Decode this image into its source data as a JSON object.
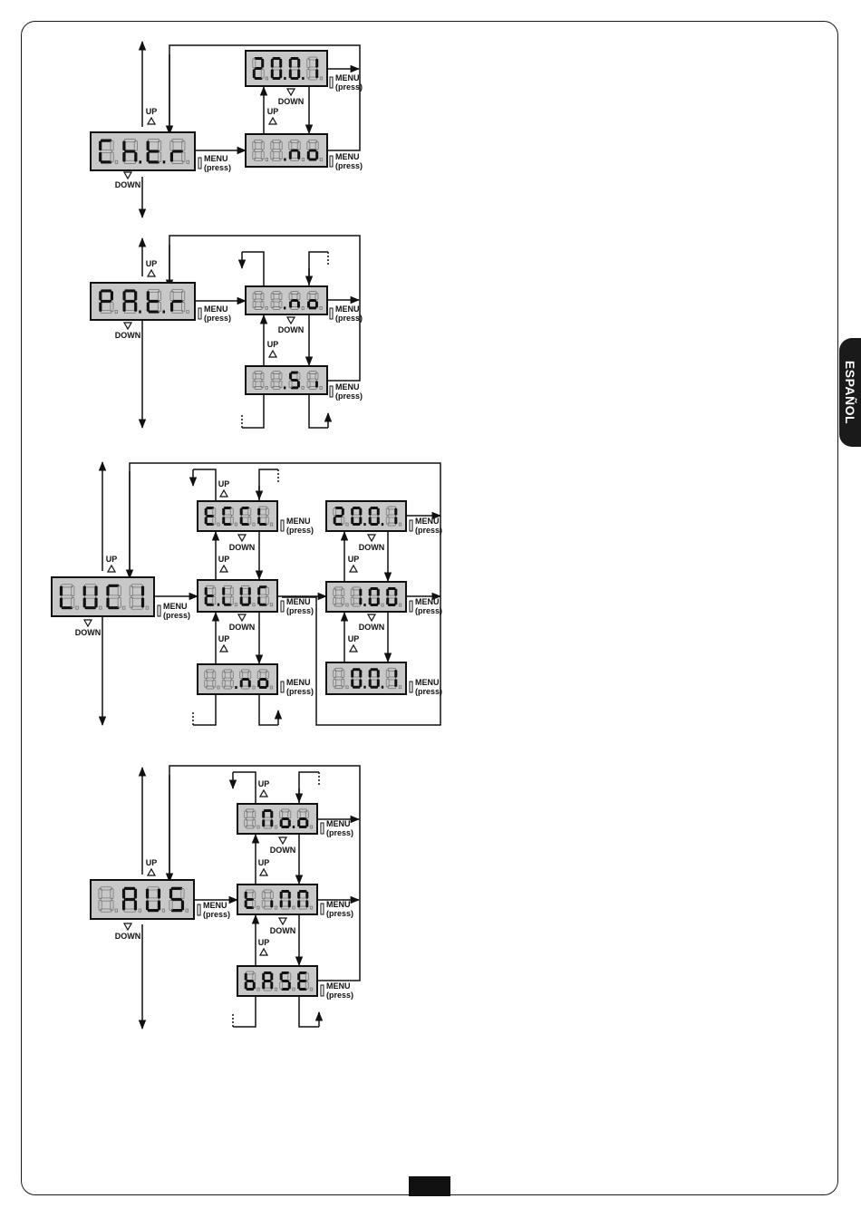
{
  "language_tab": "ESPAÑOL",
  "labels": {
    "up": "UP",
    "down": "DOWN",
    "menu": "MENU",
    "press": "(press)"
  },
  "colors": {
    "display_fill": "#c8c8c8",
    "segment_on": "#111111",
    "segment_off": "#777777",
    "line": "#111111"
  },
  "sections": [
    {
      "name": "chatr",
      "main": "Ch.t.r",
      "options": [
        "20.0.1",
        "....no"
      ]
    },
    {
      "name": "patr",
      "main": "PA.t.r",
      "options": [
        "....no",
        "....Si"
      ]
    },
    {
      "name": "luci",
      "main": "LUCI",
      "options": [
        "ECCL",
        "t.LUC",
        "....no"
      ],
      "sub_options": [
        "20.0.1",
        "1.00",
        "0.0.1"
      ]
    },
    {
      "name": "aus",
      "main": "AUS",
      "options": [
        "Mo.o",
        "tiMM",
        "bASE"
      ]
    }
  ]
}
